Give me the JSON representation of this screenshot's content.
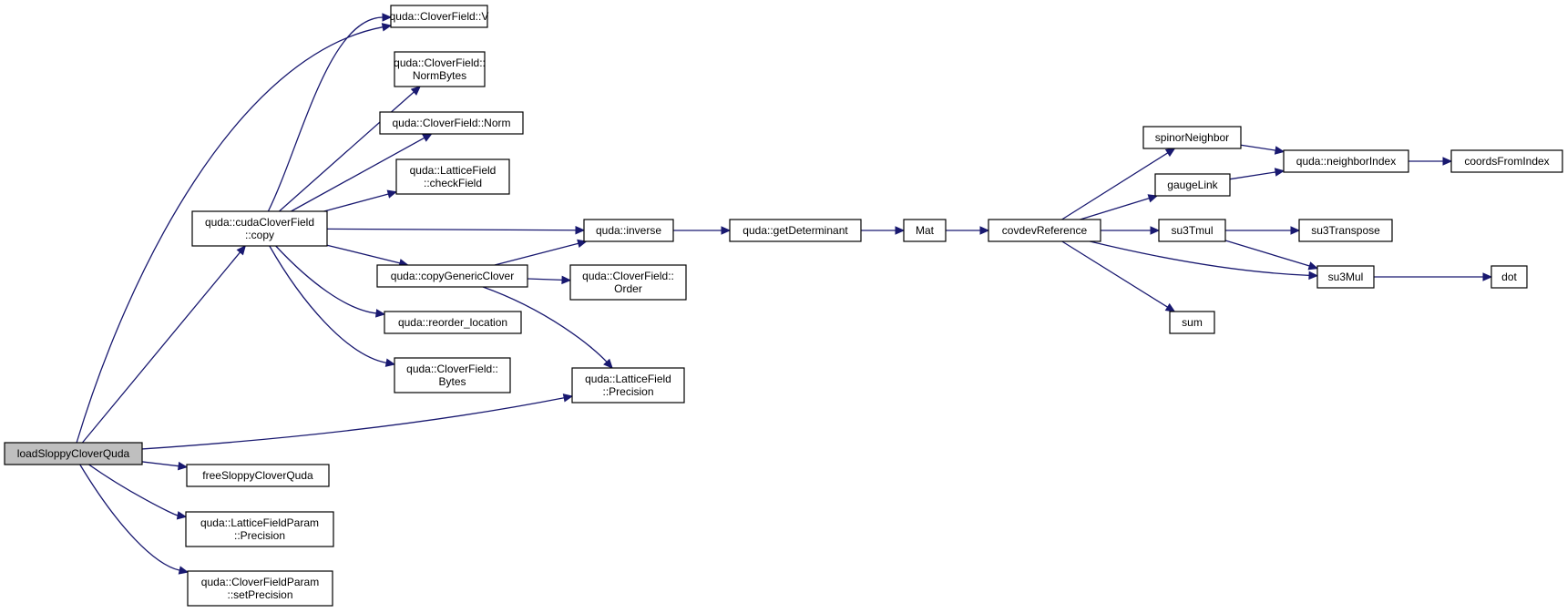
{
  "diagram": {
    "colors": {
      "edge": "#191970",
      "node_border": "#000000",
      "node_fill": "#ffffff",
      "root_fill": "#bfbfbf"
    },
    "nodes": [
      {
        "id": "load",
        "lines": [
          "loadSloppyCloverQuda"
        ],
        "root": true
      },
      {
        "id": "V",
        "lines": [
          "quda::CloverField::V"
        ]
      },
      {
        "id": "NB",
        "lines": [
          "quda::CloverField::",
          "NormBytes"
        ]
      },
      {
        "id": "Norm",
        "lines": [
          "quda::CloverField::Norm"
        ]
      },
      {
        "id": "chk",
        "lines": [
          "quda::LatticeField",
          "::checkField"
        ]
      },
      {
        "id": "copy",
        "lines": [
          "quda::cudaCloverField",
          "::copy"
        ]
      },
      {
        "id": "inv",
        "lines": [
          "quda::inverse"
        ]
      },
      {
        "id": "cgc",
        "lines": [
          "quda::copyGenericClover"
        ]
      },
      {
        "id": "reorder",
        "lines": [
          "quda::reorder_location"
        ]
      },
      {
        "id": "Bytes",
        "lines": [
          "quda::CloverField::",
          "Bytes"
        ]
      },
      {
        "id": "Order",
        "lines": [
          "quda::CloverField::",
          "Order"
        ]
      },
      {
        "id": "LFP",
        "lines": [
          "quda::LatticeField",
          "::Precision"
        ]
      },
      {
        "id": "free",
        "lines": [
          "freeSloppyCloverQuda"
        ]
      },
      {
        "id": "LFPP",
        "lines": [
          "quda::LatticeFieldParam",
          "::Precision"
        ]
      },
      {
        "id": "CFPP",
        "lines": [
          "quda::CloverFieldParam",
          "::setPrecision"
        ]
      },
      {
        "id": "det",
        "lines": [
          "quda::getDeterminant"
        ]
      },
      {
        "id": "Mat",
        "lines": [
          "Mat"
        ]
      },
      {
        "id": "cov",
        "lines": [
          "covdevReference"
        ]
      },
      {
        "id": "spn",
        "lines": [
          "spinorNeighbor"
        ]
      },
      {
        "id": "gl",
        "lines": [
          "gaugeLink"
        ]
      },
      {
        "id": "tmul",
        "lines": [
          "su3Tmul"
        ]
      },
      {
        "id": "sum",
        "lines": [
          "sum"
        ]
      },
      {
        "id": "nbr",
        "lines": [
          "quda::neighborIndex"
        ]
      },
      {
        "id": "trans",
        "lines": [
          "su3Transpose"
        ]
      },
      {
        "id": "mul",
        "lines": [
          "su3Mul"
        ]
      },
      {
        "id": "cfi",
        "lines": [
          "coordsFromIndex"
        ]
      },
      {
        "id": "dot",
        "lines": [
          "dot"
        ]
      }
    ],
    "edges": [
      [
        "load",
        "V"
      ],
      [
        "load",
        "copy"
      ],
      [
        "load",
        "LFP"
      ],
      [
        "load",
        "free"
      ],
      [
        "load",
        "LFPP"
      ],
      [
        "load",
        "CFPP"
      ],
      [
        "copy",
        "V"
      ],
      [
        "copy",
        "NB"
      ],
      [
        "copy",
        "Norm"
      ],
      [
        "copy",
        "chk"
      ],
      [
        "copy",
        "inv"
      ],
      [
        "copy",
        "cgc"
      ],
      [
        "copy",
        "reorder"
      ],
      [
        "copy",
        "Bytes"
      ],
      [
        "cgc",
        "inv"
      ],
      [
        "cgc",
        "Order"
      ],
      [
        "cgc",
        "LFP"
      ],
      [
        "inv",
        "det"
      ],
      [
        "det",
        "Mat"
      ],
      [
        "Mat",
        "cov"
      ],
      [
        "cov",
        "spn"
      ],
      [
        "cov",
        "gl"
      ],
      [
        "cov",
        "tmul"
      ],
      [
        "cov",
        "mul"
      ],
      [
        "cov",
        "sum"
      ],
      [
        "spn",
        "nbr"
      ],
      [
        "gl",
        "nbr"
      ],
      [
        "nbr",
        "cfi"
      ],
      [
        "tmul",
        "trans"
      ],
      [
        "tmul",
        "mul"
      ],
      [
        "mul",
        "dot"
      ]
    ]
  }
}
